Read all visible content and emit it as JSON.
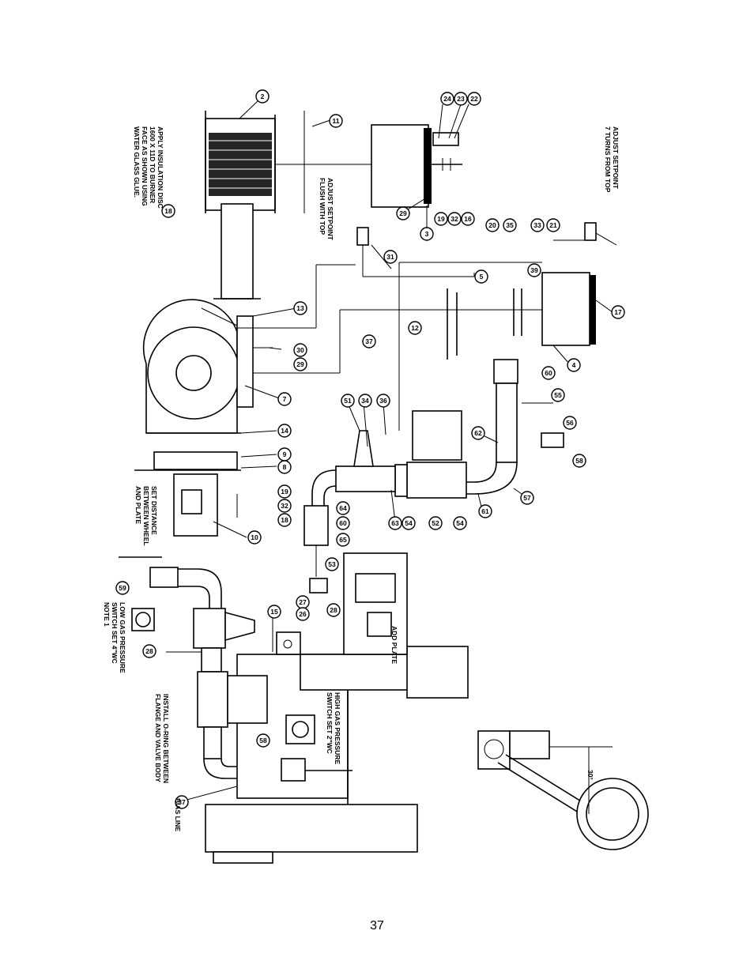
{
  "page_number": "37",
  "balloons": [
    "2",
    "11",
    "22",
    "23",
    "24",
    "29",
    "3",
    "16",
    "32",
    "19",
    "18",
    "31",
    "21",
    "33",
    "35",
    "20",
    "5",
    "39",
    "17",
    "4",
    "60",
    "55",
    "56",
    "12",
    "37",
    "13",
    "30",
    "29",
    "7",
    "14",
    "9",
    "8",
    "19",
    "32",
    "18",
    "10",
    "51",
    "34",
    "36",
    "62",
    "57",
    "58",
    "64",
    "63",
    "54",
    "52",
    "54",
    "61",
    "60",
    "65",
    "53",
    "59",
    "15",
    "27",
    "26",
    "28",
    "58",
    "37"
  ],
  "notes": {
    "insulation": [
      "APPLY INSULATION DISC",
      "1600 X 11D TO BURNER",
      "FACE AS SHOWN USING",
      "WATER GLASS GLUE."
    ],
    "setpoint_flush": [
      "ADJUST SETPOINT",
      "FLUSH WITH TOP"
    ],
    "setpoint_turns": [
      "ADJUST SETPOINT",
      "7 TURNS FROM TOP"
    ],
    "set_distance": [
      "SET DISTANCE",
      "BETWEEN WHEEL",
      "AND PLATE"
    ],
    "low_gas": [
      "LOW GAS PRESSURE",
      "SWITCH SET 4\"WC",
      "NOTE 1"
    ],
    "oring": [
      "INSTALL O-RING BETWEEN",
      "FLANGE AND VALVE BODY"
    ],
    "high_gas": [
      "HIGH GAS PRESSURE",
      "SWITCH SET 2\"WC"
    ],
    "bias_line": [
      "BIAS LINE"
    ],
    "angle": "30°",
    "plate_label": "ADD PLATE"
  }
}
